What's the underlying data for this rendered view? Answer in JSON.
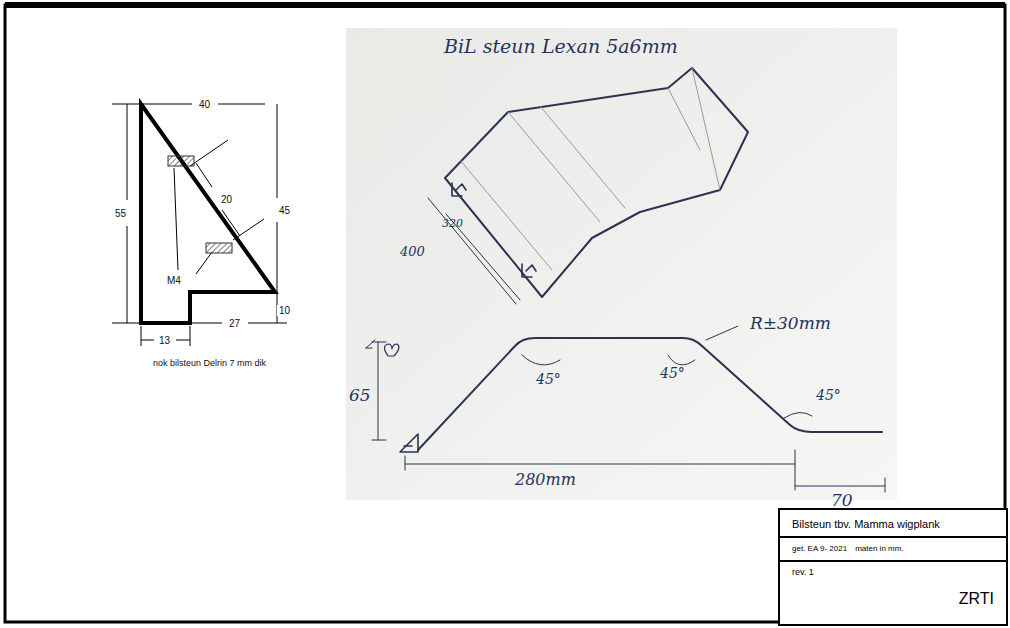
{
  "diagram": {
    "nodes": [
      {
        "text": [
          "Bilsteun tbv. Mamma wigplank"
        ]
      },
      {
        "text": [
          "get. EA 9- 2021",
          "maten in mm."
        ]
      },
      {
        "text": [
          "rev. 1",
          "ZRTI"
        ]
      }
    ],
    "labels": [
      "40",
      "55",
      "45",
      "20",
      "M4",
      "10",
      "13",
      "27",
      "nok bilsteun Delrin 7 mm dik",
      "BiL steun",
      "Lexan 5a6mm",
      "400",
      "320",
      "R±30mm",
      "45°",
      "45°",
      "45°",
      "65",
      "280mm",
      "70"
    ]
  }
}
